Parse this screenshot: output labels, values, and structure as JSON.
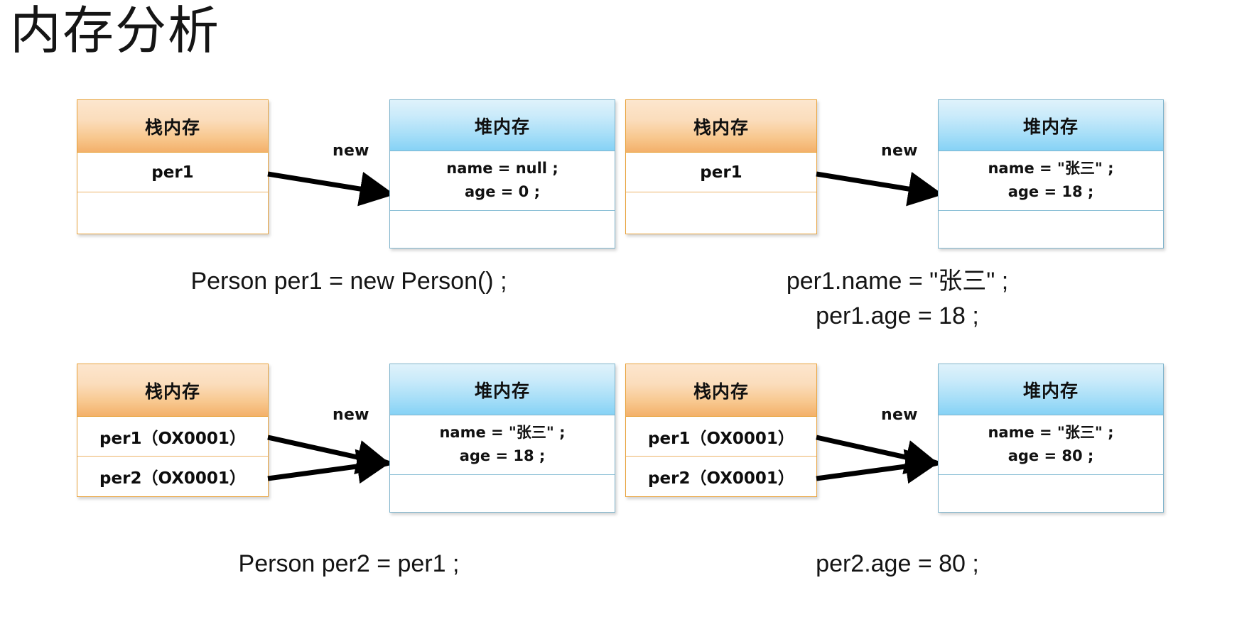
{
  "title": "内存分析",
  "labels": {
    "stack_header": "栈内存",
    "heap_header": "堆内存",
    "new_label": "new"
  },
  "panels": [
    {
      "id": "panel-1",
      "stack": {
        "header": "栈内存",
        "rows": [
          "per1",
          ""
        ]
      },
      "arrow_label": "new",
      "arrow_count": 1,
      "heap": {
        "header": "堆内存",
        "lines": [
          "name = null ;",
          "age = 0 ;"
        ]
      },
      "caption": [
        "Person per1 = new Person() ;"
      ]
    },
    {
      "id": "panel-2",
      "stack": {
        "header": "栈内存",
        "rows": [
          "per1",
          ""
        ]
      },
      "arrow_label": "new",
      "arrow_count": 1,
      "heap": {
        "header": "堆内存",
        "lines": [
          "name = \"张三\" ;",
          "age = 18 ;"
        ]
      },
      "caption": [
        "per1.name = \"张三\" ;",
        "per1.age = 18 ;"
      ]
    },
    {
      "id": "panel-3",
      "stack": {
        "header": "栈内存",
        "rows": [
          "per1（OX0001）",
          "per2（OX0001）"
        ]
      },
      "arrow_label": "new",
      "arrow_count": 2,
      "heap": {
        "header": "堆内存",
        "lines": [
          "name = \"张三\" ;",
          "age = 18 ;"
        ]
      },
      "caption": [
        "Person per2 = per1 ;"
      ]
    },
    {
      "id": "panel-4",
      "stack": {
        "header": "栈内存",
        "rows": [
          "per1（OX0001）",
          "per2（OX0001）"
        ]
      },
      "arrow_label": "new",
      "arrow_count": 2,
      "heap": {
        "header": "堆内存",
        "lines": [
          "name = \"张三\" ;",
          "age = 80 ;"
        ]
      },
      "caption": [
        "per2.age = 80 ;"
      ]
    }
  ],
  "colors": {
    "stack_border": "#E8A33D",
    "stack_header_top": "#FCE6CE",
    "stack_header_bottom": "#F3B06A",
    "heap_border": "#7FB4CC",
    "heap_header_top": "#DFF2FB",
    "heap_header_bottom": "#86D2F5",
    "arrow": "#000000",
    "text": "#141414",
    "background": "#FFFFFF"
  }
}
